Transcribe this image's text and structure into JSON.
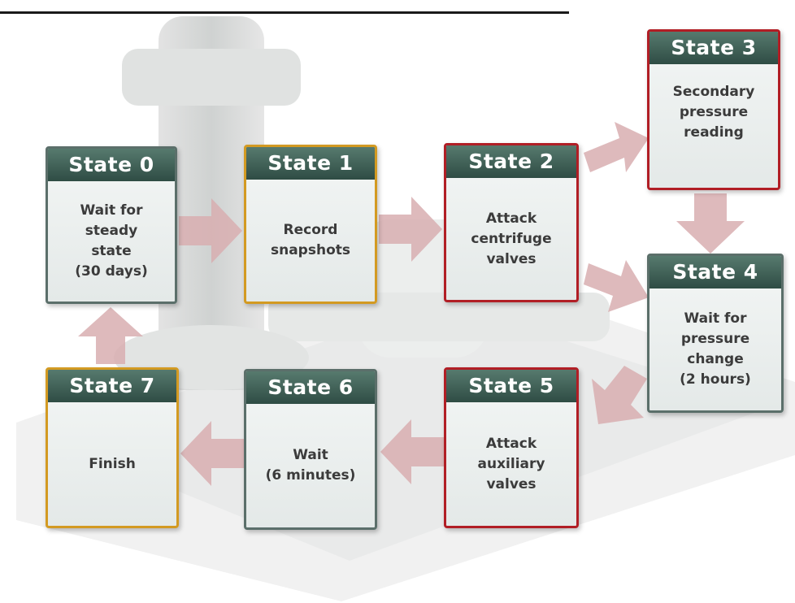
{
  "colors": {
    "header_bg": "#3a5a50",
    "border_slate": "#4e6b63",
    "border_gold": "#d39a22",
    "border_red": "#b11e25",
    "arrow_fill": "#d8aeb0",
    "body_bg": "#eef2f1",
    "text": "#3b3b3b"
  },
  "states": [
    {
      "title": "State 0",
      "text": "Wait for\nsteady\nstate\n(30 days)",
      "border": "slate"
    },
    {
      "title": "State 1",
      "text": "Record\nsnapshots",
      "border": "gold"
    },
    {
      "title": "State 2",
      "text": "Attack\ncentrifuge\nvalves",
      "border": "red"
    },
    {
      "title": "State 3",
      "text": "Secondary\npressure\nreading",
      "border": "red"
    },
    {
      "title": "State 4",
      "text": "Wait for\npressure\nchange\n(2 hours)",
      "border": "slate"
    },
    {
      "title": "State 5",
      "text": "Attack\nauxiliary\nvalves",
      "border": "red"
    },
    {
      "title": "State 6",
      "text": "Wait\n(6 minutes)",
      "border": "slate"
    },
    {
      "title": "State 7",
      "text": "Finish",
      "border": "gold"
    }
  ],
  "transitions": [
    {
      "from": "State 0",
      "to": "State 1"
    },
    {
      "from": "State 1",
      "to": "State 2"
    },
    {
      "from": "State 2",
      "to": "State 3"
    },
    {
      "from": "State 2",
      "to": "State 4"
    },
    {
      "from": "State 3",
      "to": "State 4"
    },
    {
      "from": "State 4",
      "to": "State 5"
    },
    {
      "from": "State 5",
      "to": "State 6"
    },
    {
      "from": "State 6",
      "to": "State 7"
    },
    {
      "from": "State 7",
      "to": "State 0"
    }
  ]
}
